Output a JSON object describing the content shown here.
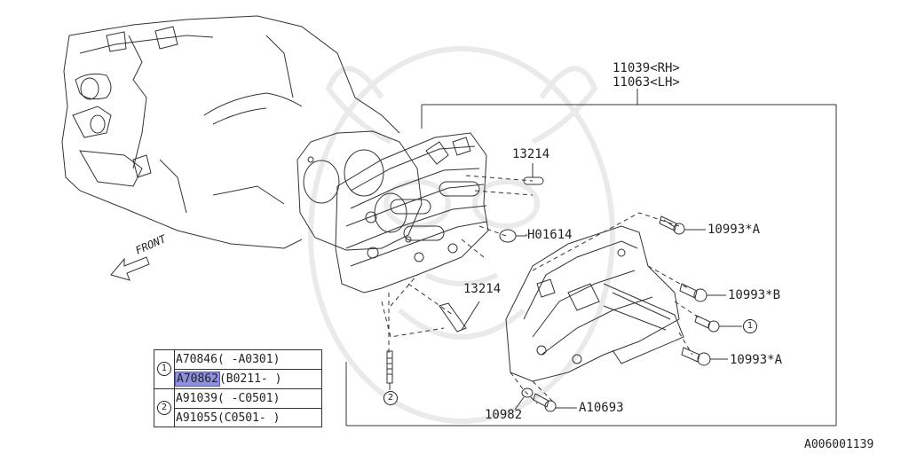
{
  "diagram": {
    "front_label": "FRONT",
    "callouts": {
      "head_rh": "11039<RH>",
      "head_lh": "11063<LH>",
      "pin_upper": "13214",
      "plug": "H01614",
      "bolt_a_top": "10993*A",
      "bolt_b": "10993*B",
      "ref_1": "1",
      "bolt_a_bottom": "10993*A",
      "pin_lower": "13214",
      "washer": "10982",
      "bolt_a10693": "A10693",
      "ref_2": "2"
    },
    "parts_table": {
      "groups": [
        {
          "marker": "1",
          "rows": [
            {
              "part": "A70846",
              "range": "( -A0301)",
              "highlighted": false
            },
            {
              "part": "A70862",
              "range": "(B0211- )",
              "highlighted": true
            }
          ]
        },
        {
          "marker": "2",
          "rows": [
            {
              "part": "A91039",
              "range": "( -C0501)",
              "highlighted": false
            },
            {
              "part": "A91055",
              "range": "(C0501- )",
              "highlighted": false
            }
          ]
        }
      ]
    },
    "image_code": "A006001139",
    "colors": {
      "line": "#333333",
      "highlight": "#8f8fe0"
    }
  }
}
